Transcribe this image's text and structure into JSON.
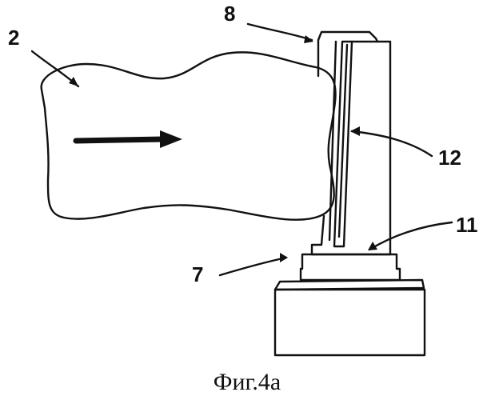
{
  "labels": {
    "part_2": "2",
    "part_8": "8",
    "part_12": "12",
    "part_11": "11",
    "part_7": "7"
  },
  "caption": "Фиг.4а"
}
